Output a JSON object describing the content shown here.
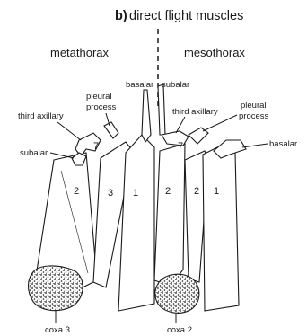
{
  "figure": {
    "panel_letter": "b)",
    "title": "direct flight muscles",
    "regions": {
      "left": "metathorax",
      "right": "mesothorax"
    },
    "labels": {
      "third_axillary_left": "third axillary",
      "pleural_process_left_line1": "pleural",
      "pleural_process_left_line2": "process",
      "subalar_left": "subalar",
      "basalar_center": "basalar",
      "subalar_center": "subalar",
      "third_axillary_right": "third axillary",
      "pleural_process_right_line1": "pleural",
      "pleural_process_right_line2": "process",
      "basalar_right": "basalar",
      "coxa_3": "coxa 3",
      "coxa_2": "coxa 2"
    },
    "muscle_numbers": {
      "meta_2": "2",
      "meta_3": "3",
      "meta_1": "1",
      "meso_2": "2",
      "meso_2b": "2",
      "meso_1": "1",
      "meta_7": "7",
      "meso_7": "7"
    }
  }
}
